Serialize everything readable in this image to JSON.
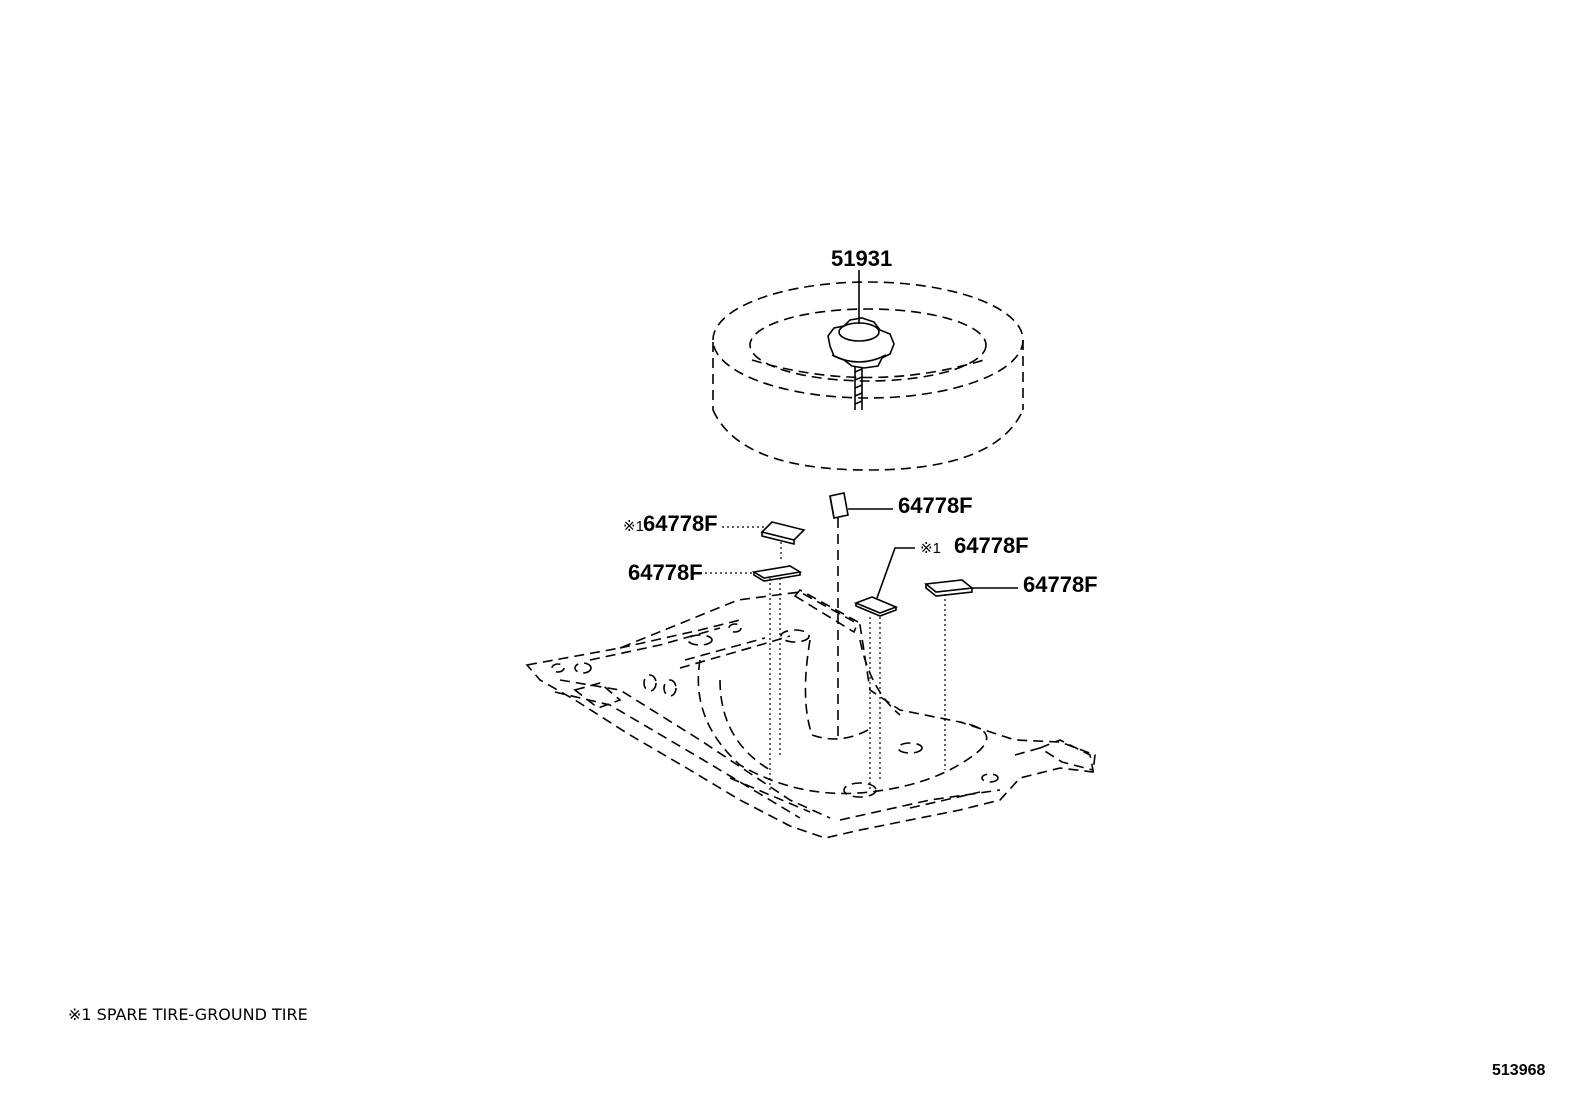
{
  "callouts": {
    "spare_tire": "51931",
    "spacer_left_upper": "64778F",
    "spacer_left_upper_mark": "※1",
    "spacer_left_lower": "64778F",
    "spacer_center": "64778F",
    "spacer_right_upper": "64778F",
    "spacer_right_upper_mark": "※1",
    "spacer_right": "64778F"
  },
  "footnote": "※1 SPARE TIRE-GROUND TIRE",
  "diagram_number": "513968"
}
